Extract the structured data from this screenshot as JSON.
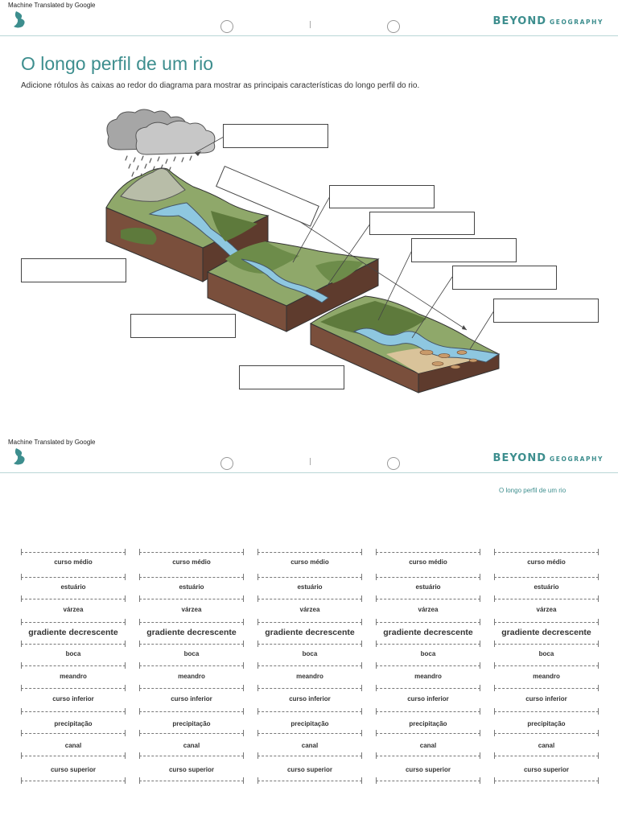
{
  "page1": {
    "machine_translated": "Machine Translated by Google",
    "brand": {
      "name": "BEYOND",
      "sub": "GEOGRAPHY"
    },
    "title": "O longo perfil de um rio",
    "instruction": "Adicione rótulos às caixas ao redor do diagrama para mostrar as principais características do longo perfil do rio.",
    "label_boxes": [
      "",
      "",
      "",
      "",
      "",
      "",
      "",
      "",
      "",
      ""
    ]
  },
  "page2": {
    "machine_translated": "Machine Translated by Google",
    "brand": {
      "name": "BEYOND",
      "sub": "GEOGRAPHY"
    },
    "title": "O longo perfil de um rio",
    "strip_count": 5,
    "words": [
      "curso médio",
      "estuário",
      "várzea",
      "gradiente decrescente",
      "boca",
      "meandro",
      "curso inferior",
      "precipitação",
      "canal",
      "curso superior"
    ]
  },
  "colors": {
    "accent": "#3d8e8e",
    "river": "#8ec7e0",
    "grass": "#6d8c4a",
    "soil": "#7a4f3c"
  },
  "icons": [
    "logo-icon",
    "rain-cloud-icon",
    "binder-hole-icon"
  ]
}
